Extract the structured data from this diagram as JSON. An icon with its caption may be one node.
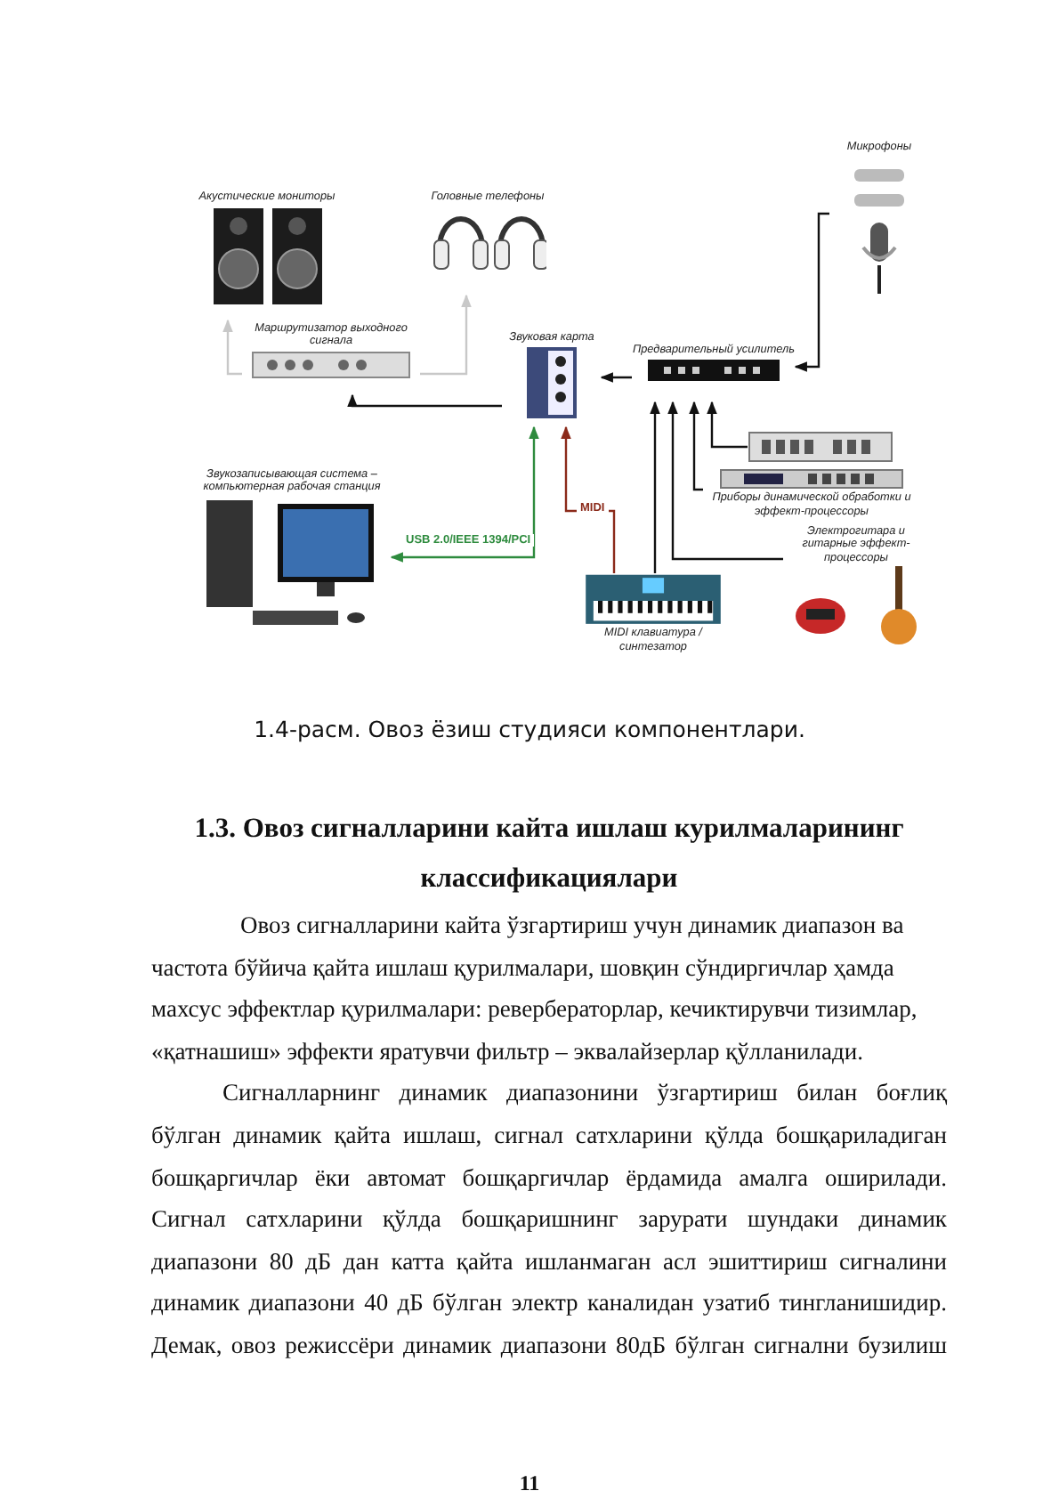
{
  "diagram": {
    "caption": "1.4-расм. Овоз ёзиш студияси компонентлари.",
    "nodes": [
      {
        "text": [
          "Акустические мониторы"
        ]
      },
      {
        "text": [
          "Головные телефоны"
        ]
      },
      {
        "text": [
          "Маршрутизатор выходного сигнала"
        ]
      },
      {
        "text": [
          "Звуковая карта"
        ]
      },
      {
        "text": [
          "Предварительный усилитель"
        ]
      },
      {
        "text": [
          "Микрофоны"
        ]
      },
      {
        "text": [],
        "shape": "picture"
      },
      {
        "text": [
          "Приборы динамической обработки и эффект-процессоры"
        ]
      },
      {
        "text": [
          "Звукозаписывающая система – компьютерная рабочая станция"
        ]
      },
      {
        "text": [
          "MIDI клавиатура / синтезатор"
        ]
      },
      {
        "text": [
          "Электрогитара и гитарные эффект-процессоры"
        ]
      }
    ],
    "edges": [
      {
        "from": 3,
        "to": 2,
        "arrow": "to"
      },
      {
        "from": 2,
        "to": 0,
        "arrow": "to",
        "color": "#c8c8c8"
      },
      {
        "from": 2,
        "to": 1,
        "arrow": "to",
        "color": "#c8c8c8"
      },
      {
        "from": 4,
        "to": 3,
        "arrow": "to"
      },
      {
        "from": 5,
        "to": 4,
        "arrow": "to"
      },
      {
        "from": 6,
        "to": 4,
        "arrow": "to"
      },
      {
        "from": 7,
        "to": 4,
        "arrow": "to"
      },
      {
        "from": 9,
        "to": 4,
        "arrow": "to"
      },
      {
        "from": 10,
        "to": 4,
        "arrow": "to"
      },
      {
        "from": 9,
        "to": 3,
        "arrow": "to",
        "label": "MIDI",
        "color": "#8b2a1a"
      },
      {
        "from": 3,
        "to": 8,
        "arrow": "both",
        "label": "USB 2.0/IEEE 1394/PCI",
        "color": "#2e8b3e"
      }
    ],
    "labels": [
      "1.3. Овоз сигналларини кайта ишлаш курилмаларининг классификациялари",
      "Овоз сигналларини кайта ўзгартириш учун динамик диапазон ва частота бўйича қайта ишлаш қурилмалари, шовқин сўндиргичлар ҳамда махсус эффектлар қурилмалари: ревербераторлар, кечиктирувчи тизимлар, «қатнашиш» эффекти яратувчи фильтр – эквалайзерлар қўлланилади.",
      "Сигналларнинг динамик диапазонини ўзгартириш билан боғлиқ бўлган динамик қайта ишлаш, сигнал сатхларини қўлда бошқариладиган бошқаргичлар ёки автомат бошқаргичлар ёрдамида амалга оширилади. Сигнал сатхларини қўлда бошқаришнинг зарурати шундаки динамик диапазони 80 дБ дан катта қайта ишланмаган асл эшиттириш сигналини динамик диапазони 40 дБ бўлган электр каналидан узатиб тингланишидир. Демак, овоз режиссёри динамик диапазони 80дБ бўлган сигнални бузилиш",
      "11"
    ]
  }
}
